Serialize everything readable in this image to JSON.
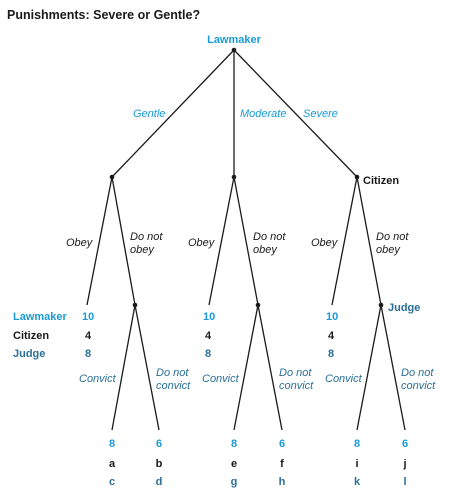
{
  "title": "Punishments: Severe or Gentle?",
  "players": {
    "lawmaker": "Lawmaker",
    "citizen": "Citizen",
    "judge": "Judge"
  },
  "moves": {
    "gentle": "Gentle",
    "moderate": "Moderate",
    "severe": "Severe",
    "obey": "Obey",
    "do_not": "Do not",
    "obey2": "obey",
    "convict": "Convict",
    "convict2": "convict"
  },
  "row_labels": [
    "Lawmaker",
    "Citizen",
    "Judge"
  ],
  "obey_payoffs": [
    {
      "lawmaker": "10",
      "citizen": "4",
      "judge": "8"
    },
    {
      "lawmaker": "10",
      "citizen": "4",
      "judge": "8"
    },
    {
      "lawmaker": "10",
      "citizen": "4",
      "judge": "8"
    }
  ],
  "terminal_payoffs": [
    {
      "lawmaker": "8",
      "citizen": "a",
      "judge": "c"
    },
    {
      "lawmaker": "6",
      "citizen": "b",
      "judge": "d"
    },
    {
      "lawmaker": "8",
      "citizen": "e",
      "judge": "g"
    },
    {
      "lawmaker": "6",
      "citizen": "f",
      "judge": "h"
    },
    {
      "lawmaker": "8",
      "citizen": "i",
      "judge": "k"
    },
    {
      "lawmaker": "6",
      "citizen": "j",
      "judge": "l"
    }
  ],
  "colors": {
    "lawmaker": "#1a9ad6",
    "citizen": "#1a1a1a",
    "judge": "#2a6f97"
  }
}
